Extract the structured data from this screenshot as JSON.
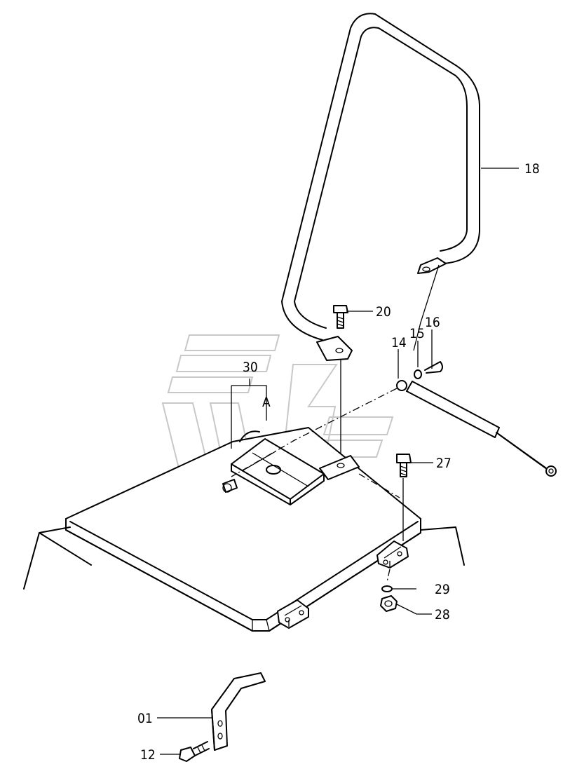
{
  "callouts": {
    "c01": "01",
    "c12": "12",
    "c14": "14",
    "c15": "15",
    "c16": "16",
    "c18": "18",
    "c20": "20",
    "c27": "27",
    "c28": "28",
    "c29": "29",
    "c30": "30",
    "detail_a": "A"
  },
  "colors": {
    "line": "#000000",
    "background": "#ffffff",
    "watermark": "#c8c8c8"
  }
}
